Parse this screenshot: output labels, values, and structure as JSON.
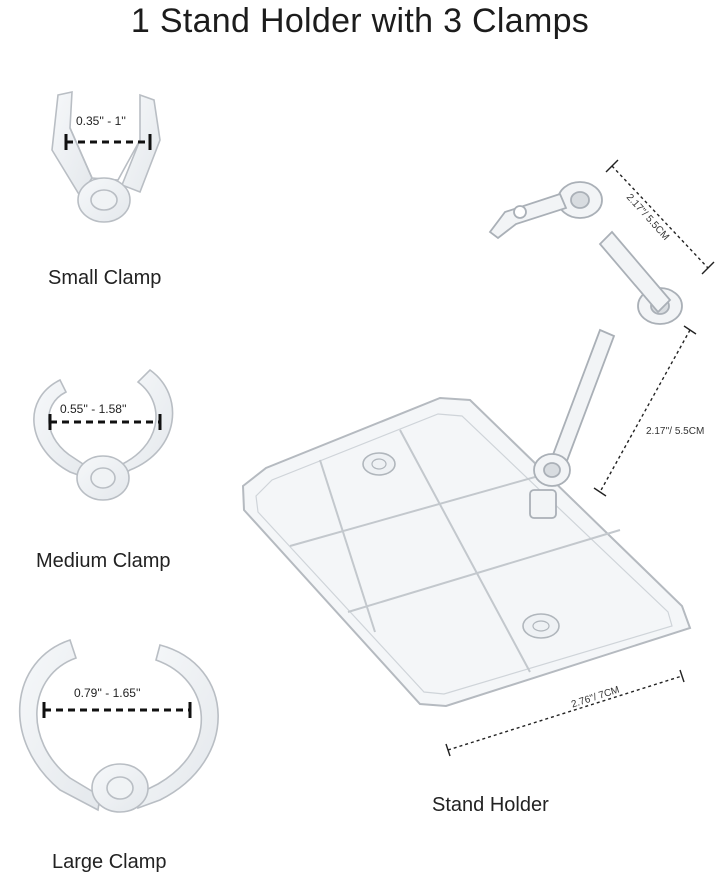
{
  "title": "1 Stand Holder with 3 Clamps",
  "clamps": [
    {
      "name": "Small Clamp",
      "range": "0.35'' - 1''"
    },
    {
      "name": "Medium Clamp",
      "range": "0.55'' - 1.58''"
    },
    {
      "name": "Large Clamp",
      "range": "0.79'' - 1.65''"
    }
  ],
  "stand": {
    "name": "Stand Holder",
    "arm_upper": "2.17''/ 5.5CM",
    "arm_lower": "2.17''/ 5.5CM",
    "base_width": "2.76''/ 7CM"
  }
}
